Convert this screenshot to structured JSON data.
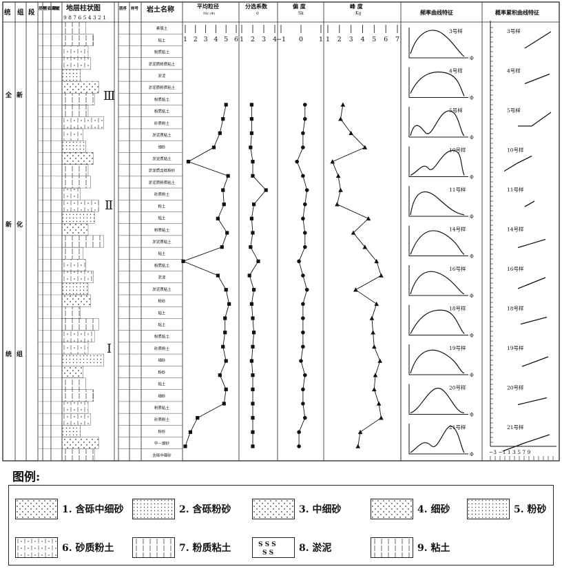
{
  "headers": {
    "stratum_cols": [
      "统",
      "组",
      "段"
    ],
    "depth_cols": [
      "层号",
      "层底深度",
      "厚度"
    ],
    "column_title": "地层柱状图",
    "grain_scale": "9 8 7 6 5 4 3 2 1",
    "sample_cols": [
      "层序",
      "样号"
    ],
    "lithology_title": "岩土名称",
    "mz_title": "平均粒径",
    "mz_sub": "Mz (Φ)",
    "sort_title": "分选系数",
    "sort_sub": "σ",
    "sk_title": "偏 度",
    "sk_sub": "Sk",
    "kg_title": "峰 度",
    "kg_sub": "Kg",
    "freq_title": "频率曲线特征",
    "prob_title": "概率累积曲线特征"
  },
  "stratigraphy": {
    "holocene": [
      "全",
      "新"
    ],
    "xinghua": [
      "新",
      "化"
    ],
    "tong": "统",
    "zu": "组",
    "segments": [
      "Ⅲ",
      "Ⅱ",
      "Ⅰ"
    ]
  },
  "lithology_names": [
    "素填土",
    "粘土",
    "粉质粘土",
    "淤泥质粉质粘土",
    "淤泥",
    "淤泥质粉质粘土",
    "粉质粘土",
    "粉质粘土",
    "砂质粉土",
    "淤泥质粘土",
    "细砂",
    "淤泥质粘土",
    "淤泥质含砾粉砂",
    "淤泥质粉质粘土",
    "砂质粉土",
    "粉土",
    "粘土",
    "粉质粘土",
    "淤泥质粘土",
    "粘土",
    "粉质粘土",
    "淤泥",
    "淤泥质粘土",
    "粉砂",
    "粘土",
    "粘土",
    "粉质粘土",
    "砂质粉土",
    "细砂",
    "粉砂",
    "粘土",
    "细砂",
    "粉质粘土",
    "砂质粉土",
    "粉砂",
    "中－细砂",
    "含砾中细砂"
  ],
  "chart_data": [
    {
      "type": "scatter",
      "title": "平均粒径",
      "xlabel": "Mz (Φ)",
      "xlim": [
        1,
        6
      ],
      "x_ticks": [
        "1",
        "2",
        "3",
        "4",
        "5",
        "6"
      ],
      "points": [
        {
          "layer": 1,
          "value": 5.0
        },
        {
          "layer": 2,
          "value": 4.7
        },
        {
          "layer": 3,
          "value": 4.4
        },
        {
          "layer": 4,
          "value": 3.8
        },
        {
          "layer": 5,
          "value": 1.3
        },
        {
          "layer": 6,
          "value": 5.2
        },
        {
          "layer": 7,
          "value": 4.7
        },
        {
          "layer": 8,
          "value": 4.8
        },
        {
          "layer": 9,
          "value": 4.2
        },
        {
          "layer": 10,
          "value": 5.1
        },
        {
          "layer": 11,
          "value": 4.6
        },
        {
          "layer": 12,
          "value": 0.8
        },
        {
          "layer": 13,
          "value": 4.2
        },
        {
          "layer": 14,
          "value": 5.0
        },
        {
          "layer": 15,
          "value": 5.3
        },
        {
          "layer": 16,
          "value": 4.9
        },
        {
          "layer": 17,
          "value": 4.9
        },
        {
          "layer": 18,
          "value": 4.7
        },
        {
          "layer": 19,
          "value": 5.0
        },
        {
          "layer": 20,
          "value": 4.4
        },
        {
          "layer": 21,
          "value": 5.0
        },
        {
          "layer": 22,
          "value": 4.8
        },
        {
          "layer": 23,
          "value": 2.2
        },
        {
          "layer": 24,
          "value": 1.5
        },
        {
          "layer": 25,
          "value": 1.0
        }
      ]
    },
    {
      "type": "scatter",
      "title": "分选系数",
      "xlabel": "σ",
      "xlim": [
        1,
        4
      ],
      "x_ticks": [
        "1",
        "2",
        "3",
        "4"
      ],
      "points": [
        {
          "layer": 1,
          "value": 1.9
        },
        {
          "layer": 2,
          "value": 1.9
        },
        {
          "layer": 3,
          "value": 1.9
        },
        {
          "layer": 4,
          "value": 1.8
        },
        {
          "layer": 5,
          "value": 2.0
        },
        {
          "layer": 6,
          "value": 2.0
        },
        {
          "layer": 7,
          "value": 3.2
        },
        {
          "layer": 8,
          "value": 2.1
        },
        {
          "layer": 9,
          "value": 1.9
        },
        {
          "layer": 10,
          "value": 2.0
        },
        {
          "layer": 11,
          "value": 1.8
        },
        {
          "layer": 12,
          "value": 2.5
        },
        {
          "layer": 13,
          "value": 1.7
        },
        {
          "layer": 14,
          "value": 2.1
        },
        {
          "layer": 15,
          "value": 1.9
        },
        {
          "layer": 16,
          "value": 2.0
        },
        {
          "layer": 17,
          "value": 2.1
        },
        {
          "layer": 18,
          "value": 2.0
        },
        {
          "layer": 19,
          "value": 1.9
        },
        {
          "layer": 20,
          "value": 2.0
        },
        {
          "layer": 21,
          "value": 2.0
        },
        {
          "layer": 22,
          "value": 2.0
        },
        {
          "layer": 23,
          "value": 2.0
        },
        {
          "layer": 24,
          "value": 2.0
        },
        {
          "layer": 25,
          "value": 2.0
        }
      ]
    },
    {
      "type": "scatter",
      "title": "偏 度",
      "xlabel": "Sk",
      "xlim": [
        -1,
        1
      ],
      "x_ticks": [
        "−1",
        "0",
        "1"
      ],
      "points": [
        {
          "layer": 1,
          "value": 0.2
        },
        {
          "layer": 2,
          "value": 0.2
        },
        {
          "layer": 3,
          "value": 0.1
        },
        {
          "layer": 4,
          "value": 0.1
        },
        {
          "layer": 5,
          "value": -0.2
        },
        {
          "layer": 6,
          "value": 0.1
        },
        {
          "layer": 7,
          "value": 0.3
        },
        {
          "layer": 8,
          "value": 0.2
        },
        {
          "layer": 9,
          "value": 0.1
        },
        {
          "layer": 10,
          "value": 0.2
        },
        {
          "layer": 11,
          "value": 0.2
        },
        {
          "layer": 12,
          "value": -0.1
        },
        {
          "layer": 13,
          "value": 0.1
        },
        {
          "layer": 14,
          "value": 0.3
        },
        {
          "layer": 15,
          "value": 0.1
        },
        {
          "layer": 16,
          "value": 0.1
        },
        {
          "layer": 17,
          "value": 0.1
        },
        {
          "layer": 18,
          "value": 0.1
        },
        {
          "layer": 19,
          "value": 0.0
        },
        {
          "layer": 20,
          "value": 0.2
        },
        {
          "layer": 21,
          "value": 0.1
        },
        {
          "layer": 22,
          "value": 0.1
        },
        {
          "layer": 23,
          "value": 0.2
        },
        {
          "layer": 24,
          "value": -0.1
        },
        {
          "layer": 25,
          "value": -0.1
        }
      ]
    },
    {
      "type": "scatter",
      "title": "峰 度",
      "xlabel": "Kg",
      "xlim": [
        1,
        7
      ],
      "x_ticks": [
        "1",
        "2",
        "3",
        "4",
        "5",
        "6",
        "7"
      ],
      "points": [
        {
          "layer": 1,
          "value": 2.3
        },
        {
          "layer": 2,
          "value": 2.1
        },
        {
          "layer": 3,
          "value": 3.0
        },
        {
          "layer": 4,
          "value": 4.2
        },
        {
          "layer": 5,
          "value": 1.4
        },
        {
          "layer": 6,
          "value": 1.9
        },
        {
          "layer": 7,
          "value": 2.1
        },
        {
          "layer": 8,
          "value": 1.8
        },
        {
          "layer": 9,
          "value": 4.5
        },
        {
          "layer": 10,
          "value": 3.2
        },
        {
          "layer": 11,
          "value": 4.2
        },
        {
          "layer": 12,
          "value": 5.2
        },
        {
          "layer": 13,
          "value": 5.6
        },
        {
          "layer": 14,
          "value": 3.4
        },
        {
          "layer": 15,
          "value": 5.2
        },
        {
          "layer": 16,
          "value": 4.8
        },
        {
          "layer": 17,
          "value": 4.9
        },
        {
          "layer": 18,
          "value": 5.0
        },
        {
          "layer": 19,
          "value": 5.5
        },
        {
          "layer": 20,
          "value": 5.1
        },
        {
          "layer": 21,
          "value": 5.0
        },
        {
          "layer": 22,
          "value": 5.4
        },
        {
          "layer": 23,
          "value": 5.6
        },
        {
          "layer": 24,
          "value": 3.8
        },
        {
          "layer": 25,
          "value": 3.6
        }
      ]
    }
  ],
  "freq_samples": [
    "3号样",
    "4号样",
    "5号样",
    "10号样",
    "11号样",
    "14号样",
    "16号样",
    "18号样",
    "19号样",
    "20号样",
    "21号样"
  ],
  "prob_samples": [
    "3号样",
    "4号样",
    "5号样",
    "10号样",
    "11号样",
    "14号样",
    "16号样",
    "18号样",
    "19号样",
    "20号样",
    "21号样"
  ],
  "phi_label": "Φ",
  "prob_x_ticks": "−3 −1  1  3  5  7  9",
  "legend": {
    "title": "图例:",
    "items": [
      "1. 含砾中细砂",
      "2. 含砾粉砂",
      "3. 中细砂",
      "4. 细砂",
      "5. 粉砂",
      "6. 砂质粉土",
      "7. 粉质粘土",
      "8. 淤泥",
      "9. 粘土"
    ]
  }
}
